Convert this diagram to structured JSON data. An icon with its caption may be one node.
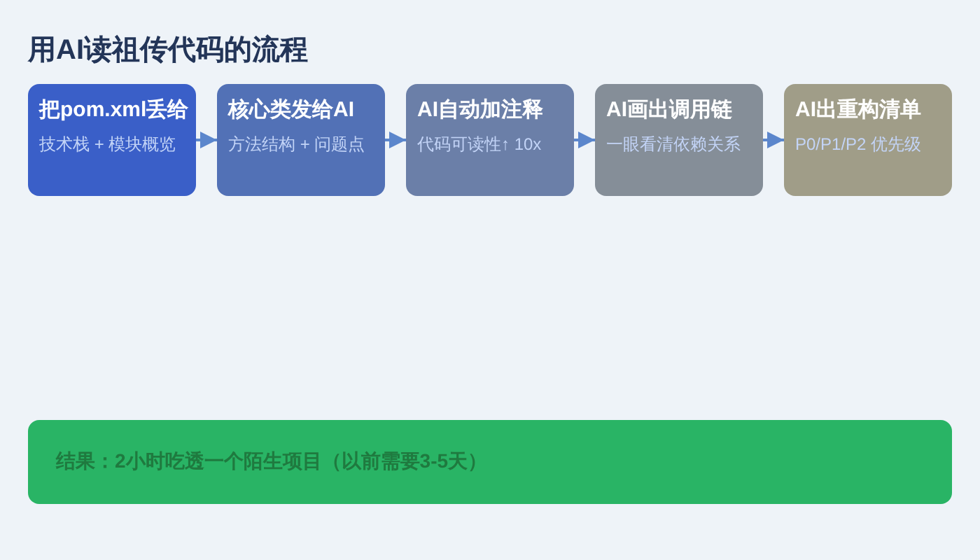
{
  "diagram": {
    "title": "用AI读祖传代码的流程",
    "nodes": [
      {
        "text": [
          "把pom.xml丢给",
          "技术栈 + 模块概览"
        ]
      },
      {
        "text": [
          "核心类发给AI",
          "方法结构 + 问题点"
        ]
      },
      {
        "text": [
          "AI自动加注释",
          "代码可读性↑ 10x"
        ]
      },
      {
        "text": [
          "AI画出调用链",
          "一眼看清依赖关系"
        ]
      },
      {
        "text": [
          "AI出重构清单",
          "P0/P1/P2 优先级"
        ]
      },
      {
        "text": [
          "结果：2小时吃透一个陌生项目（以前需要3-5天）"
        ]
      }
    ],
    "edges": [
      {
        "from": 0,
        "to": 1,
        "arrow": "to"
      },
      {
        "from": 1,
        "to": 2,
        "arrow": "to"
      },
      {
        "from": 2,
        "to": 3,
        "arrow": "to"
      },
      {
        "from": 3,
        "to": 4,
        "arrow": "to"
      }
    ]
  }
}
